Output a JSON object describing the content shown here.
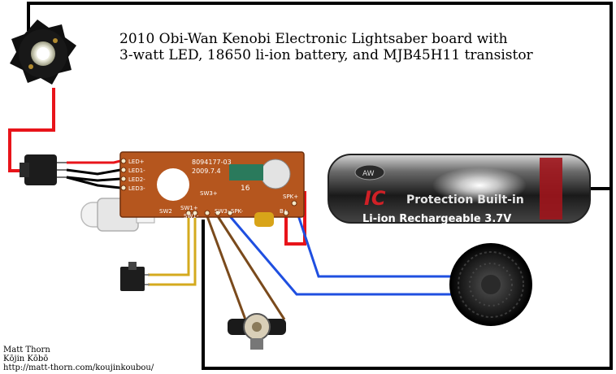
{
  "title": {
    "line1": "2010 Obi-Wan Kenobi Electronic Lightsaber board with",
    "line2": "3-watt LED, 18650 li-ion battery, and MJB45H11 transistor"
  },
  "credit": {
    "author": "Matt Thorn",
    "studio": "Kōjin Kōbō",
    "url": "http://matt-thorn.com/koujinkoubou/"
  },
  "board": {
    "part_number": "8094177-03",
    "date": "2009.7.4",
    "chip_number": "16",
    "pads_left": [
      "LED+",
      "LED1-",
      "LED2-",
      "LED3-"
    ],
    "pad_sw2": "SW2",
    "pad_sw1_plus": "SW1+",
    "pad_sw1_minus": "SW1-",
    "pad_sw3_plus": "SW3+",
    "pad_sw3_minus": "SW3-",
    "pad_spk_plus": "SPK+",
    "pad_spk_minus": "SPK-",
    "pad_bat": "B+"
  },
  "battery": {
    "brand": "AW",
    "logo": "IC",
    "protection": "Protection Built-in",
    "label": "Li-ion Rechargeable 3.7V"
  },
  "wire_colors": {
    "positive": "#e8141a",
    "ground": "#000000",
    "switch_momentary": "#d4aa1e",
    "switch_clash": "#7a4a1c",
    "speaker": "#1f4fe0",
    "pcb": "#b5561e"
  }
}
